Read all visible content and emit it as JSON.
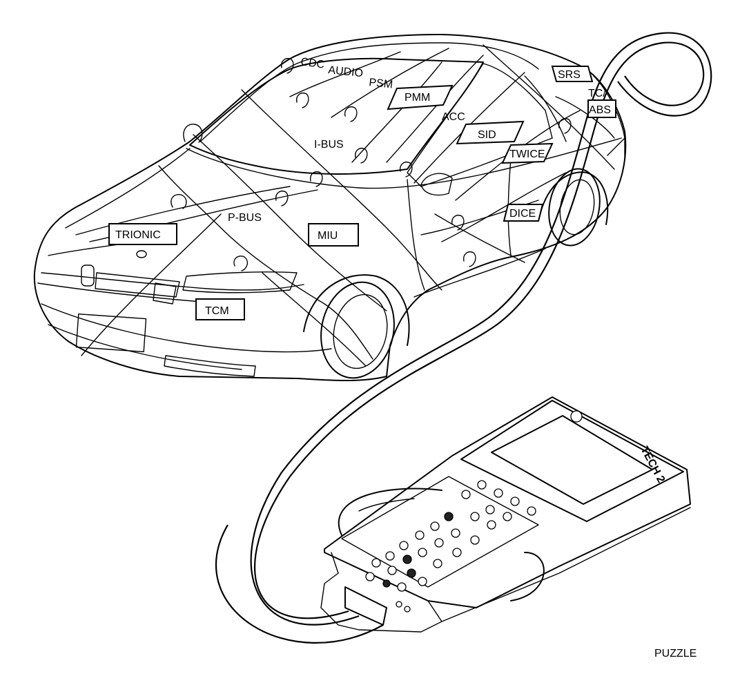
{
  "caption": "PUZZLE",
  "tool_label": "TECH 2",
  "modules": {
    "cdc": "CDC",
    "audio": "AUDIO",
    "psm": "PSM",
    "pmm": "PMM",
    "acc": "ACC",
    "srs": "SRS",
    "tcabs_1": "TC/",
    "tcabs_2": "ABS",
    "sid": "SID",
    "twice": "TWICE",
    "ibus": "I-BUS",
    "pbus": "P-BUS",
    "trionic": "TRIONIC",
    "miu": "MIU",
    "dice": "DICE",
    "tcm": "TCM"
  }
}
